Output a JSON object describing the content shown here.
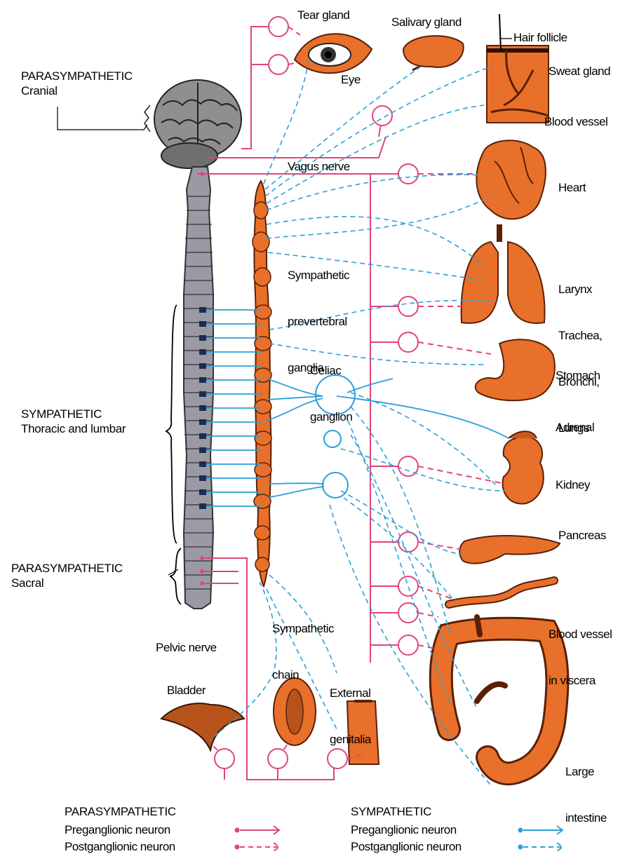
{
  "divisions": {
    "parasympathetic_cranial": {
      "title": "PARASYMPATHETIC",
      "sub": "Cranial"
    },
    "sympathetic": {
      "title": "SYMPATHETIC",
      "sub": "Thoracic and lumbar"
    },
    "parasympathetic_sacral": {
      "title": "PARASYMPATHETIC",
      "sub": "Sacral"
    }
  },
  "labels": {
    "tear_gland": "Tear gland",
    "eye": "Eye",
    "salivary_gland": "Salivary gland",
    "hair_follicle": "Hair follicle",
    "sweat_gland": "Sweat gland",
    "blood_vessel": "Blood vessel",
    "vagus_nerve": "Vagus nerve",
    "heart": "Heart",
    "prevertebral_1": "Sympathetic",
    "prevertebral_2": "prevertebral",
    "prevertebral_3": "ganglia",
    "lungs_1": "Larynx",
    "lungs_2": "Trachea,",
    "lungs_3": "Bronchi,",
    "lungs_4": "Lungs",
    "celiac_1": "Celiac",
    "celiac_2": "ganglion",
    "stomach": "Stomach",
    "adrenal": "Adrenal",
    "kidney": "Kidney",
    "pancreas": "Pancreas",
    "viscera_1": "Blood vessel",
    "viscera_2": "in viscera",
    "chain_1": "Sympathetic",
    "chain_2": "chain",
    "pelvic_nerve": "Pelvic nerve",
    "bladder": "Bladder",
    "genitalia_1": "External",
    "genitalia_2": "genitalia",
    "intestine_1": "Large",
    "intestine_2": "intestine"
  },
  "legend": {
    "parasympathetic": {
      "title": "PARASYMPATHETIC",
      "pre": "Preganglionic neuron",
      "post": "Postganglionic neuron"
    },
    "sympathetic": {
      "title": "SYMPATHETIC",
      "pre": "Preganglionic neuron",
      "post": "Postganglionic neuron"
    }
  },
  "colors": {
    "parasympathetic": "#e0457b",
    "sympathetic": "#2aa0d8",
    "organ": "#e8702a",
    "organ_dark": "#7a2e08",
    "brain": "#8c8c8c",
    "cord": "#9a9aa4"
  }
}
